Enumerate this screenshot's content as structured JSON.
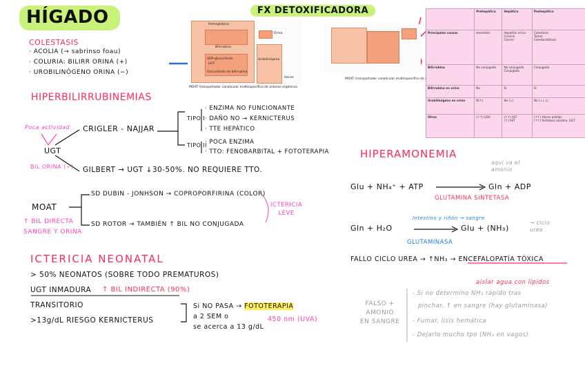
{
  "title": "HÍGADO",
  "fx_title": "FX DETOXIFICADORA",
  "colestasis": {
    "heading": "COLESTASIS",
    "items": [
      "· ACOLIA (→ sabrinso foau)",
      "· COLURIA: BILIRR ORINA (+)",
      "· UROBILINÓGENO ORINA (−)"
    ]
  },
  "hiperbili": {
    "heading": "HIPERBILIRRUBINEMIAS",
    "poca_actividad": "Poca actividad",
    "ugt": "UGT",
    "bil_orina": "BIL ORINA (−)",
    "crigler": "CRIGLER - NAJJAR",
    "tipo1": "TIPO I",
    "tipo1_items": [
      "· ENZIMA NO FUNCIONANTE",
      "· DAÑO NO → KERNICTERUS",
      "· TTE HEPÁTICO"
    ],
    "tipo2": "TIPO II",
    "tipo2_items": [
      "· POCA ENZIMA",
      "· TTO: FENOBARBITAL + FOTOTERAPIA"
    ],
    "gilbert": "GILBERT → UGT ↓30-50%. NO REQUIERE TTO.",
    "moat": "MOAT",
    "dubin": "SD DUBIN - JONHSON → COPROPORFIRINA (COLOR)",
    "rotor": "SD ROTOR → TAMBIÉN ↑ BIL NO CONJUGADA",
    "ictericia_leve": [
      "ICTERICIA",
      "LEVE"
    ],
    "bil_directa": [
      "↑ BIL DIRECTA",
      "SANGRE Y ORINA"
    ]
  },
  "neonatal": {
    "heading": "ICTERICIA NEONATAL",
    "lines": [
      "> 50% NEONATOS (SOBRE TODO PREMATUROS)",
      "UGT INMADURA",
      "TRANSITORIO",
      ">13g/dL RIESGO KERNICTERUS"
    ],
    "bil_indirecta": "↑ BIL INDIRECTA (90%)",
    "si_no_pasa": [
      "Si NO PASA →",
      "a 2 SEM o",
      "se acerca a 13 g/dL"
    ],
    "fototerapia": "FOTOTERAPIA",
    "uva": "450 nm (UVA)"
  },
  "hiperamonemia": {
    "heading": "HIPERAMONEMIA",
    "aqui": [
      "aquí va el",
      "amonio"
    ],
    "eq1_left": "Glu + NH₄⁺ + ATP",
    "eq1_right": "Gln + ADP",
    "enzyme1": "GLUTAMINA SINTETASA",
    "rinon": "Intestino y riñón → sangre",
    "eq2_left": "Gln + H₂O",
    "eq2_right": "Glu + (NH₃)",
    "ciclo": [
      "→ ciclo",
      "urea"
    ],
    "enzyme2": "GLUTAMINASA",
    "fallo_prefix": "FALLO CICLO UREA → ↑NH₃ →",
    "fallo_hl": "ENCEFALOPATÍA TÓXICA",
    "aislar": "aislar agua con lípidos",
    "falso": [
      "FALSO +",
      "AMONIO",
      "EN SANGRE"
    ],
    "falso_items": [
      "- Si no determino NH₃ rápido tras",
      "pinchar, ↑ en sangre (hay glutaminasa)",
      "- Fumar, lisis hemática",
      "- Dejarlo mucho tpo (NH₃ en vagos)"
    ]
  },
  "figure": {
    "caption_left": "MOAT: transportador canalicular multiespecífico de aniones orgánicos",
    "caption_right": "MOAT: transportador canalicular multiespecífico de aniones orgánicos",
    "labels": [
      "Bilirrubina",
      "Glucurónido de bilirrubina",
      "Urobilinógeno",
      "Orina",
      "Heces",
      "UDP-glucurónido",
      "UGT",
      "Hemoglobina"
    ]
  },
  "table": {
    "headers": [
      "",
      "Prehepática",
      "Hepática",
      "Poshepática"
    ],
    "rows": [
      [
        "Principales causas",
        "Hemólisis",
        "Hepatitis vírica\nCirrosis\nCáncer",
        "Colestasis\nTumor\nColedocolitiasis"
      ],
      [
        "Bilirrubina",
        "No conjugada",
        "No conjugada\nConjugada",
        "Conjugada"
      ],
      [
        "Bilirrubina en orina",
        "No",
        "Sí",
        "Sí"
      ],
      [
        "Urobilinógeno en orina",
        "N(↑)",
        "No (↓)",
        "No (↓↓↓)"
      ],
      [
        "Otros",
        "(↑↑) LDH",
        "(↑↑) ALT\n(↑) AST",
        "(↑↑) Heces pálidas\n(↑↑) fosfatasa alcalina, GGT"
      ]
    ]
  }
}
